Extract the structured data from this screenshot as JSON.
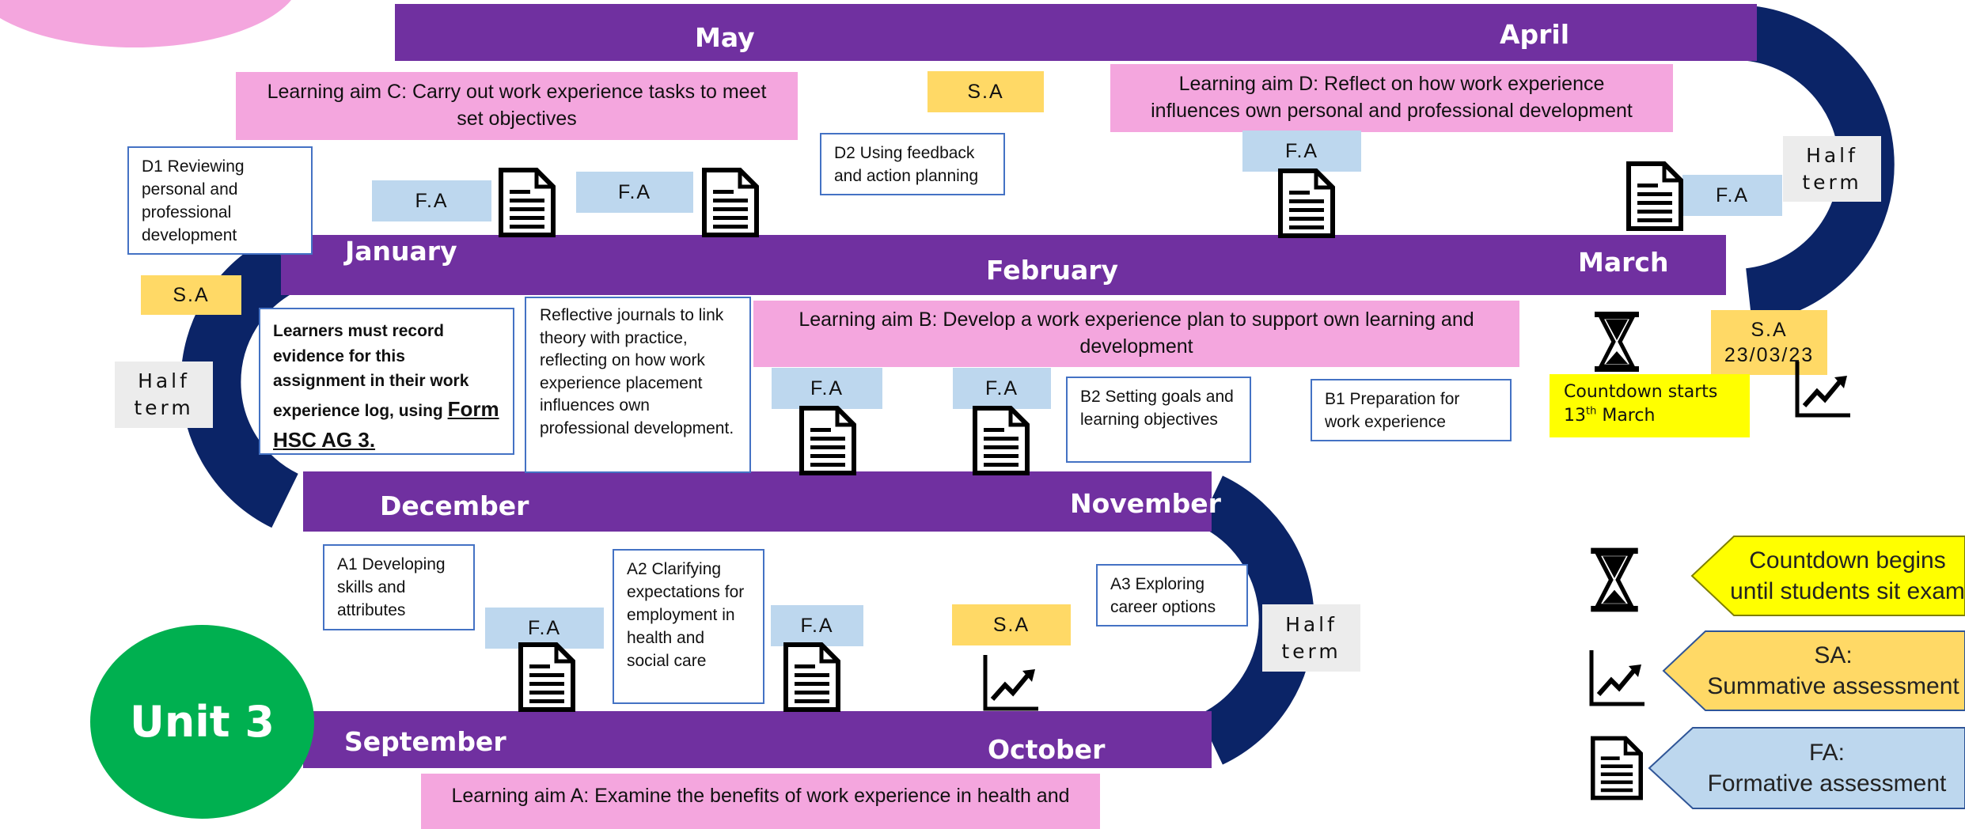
{
  "unit": {
    "label": "Unit 3"
  },
  "months": {
    "april": "April",
    "may": "May",
    "january": "January",
    "february": "February",
    "march": "March",
    "december": "December",
    "november": "November",
    "september": "September",
    "october": "October"
  },
  "aims": {
    "c": "Learning aim C: Carry out work experience tasks to meet set objectives",
    "d": "Learning aim D: Reflect on how work experience influences own personal and professional development",
    "b": "Learning aim B: Develop a work experience plan to support own learning and development",
    "a": "Learning aim A: Examine the benefits of work experience in health and"
  },
  "tags": {
    "fa": "F.A",
    "sa": "S.A",
    "sa_dated": "S.A\n23/03/23",
    "half_term": "Half\nterm"
  },
  "boxes": {
    "d1": "D1 Reviewing personal and professional development",
    "d2": "D2 Using feedback and action planning",
    "learners_main": "Learners must record evidence for this assignment in their work experience log, using",
    "learners_form": "Form HSC AG 3.",
    "reflective": "Reflective journals to link theory with practice, reflecting on how work experience placement influences own professional development.",
    "b2": "B2 Setting goals and learning objectives",
    "b1": "B1 Preparation for work experience",
    "a1": "A1 Developing skills and attributes",
    "a2": "A2 Clarifying expectations for employment in health and social care",
    "a3": "A3 Exploring career options"
  },
  "countdown": {
    "line1": "Countdown starts",
    "day": "13",
    "suffix": "th",
    "month": " March"
  },
  "legend": {
    "countdown": "Countdown begins\nuntil students sit exam",
    "sa": "SA:\nSummative assessment",
    "fa": "FA:\nFormative assessment"
  },
  "colors": {
    "bar": "#7030a0",
    "curve": "#0b2467",
    "pink": "#f4a6de",
    "fa": "#bdd7ee",
    "sa": "#ffd966",
    "countdown": "#ffff00",
    "unit": "#00b050",
    "box_border": "#4472c4"
  },
  "icons": [
    "hourglass-icon",
    "chart-up-icon",
    "document-icon"
  ]
}
